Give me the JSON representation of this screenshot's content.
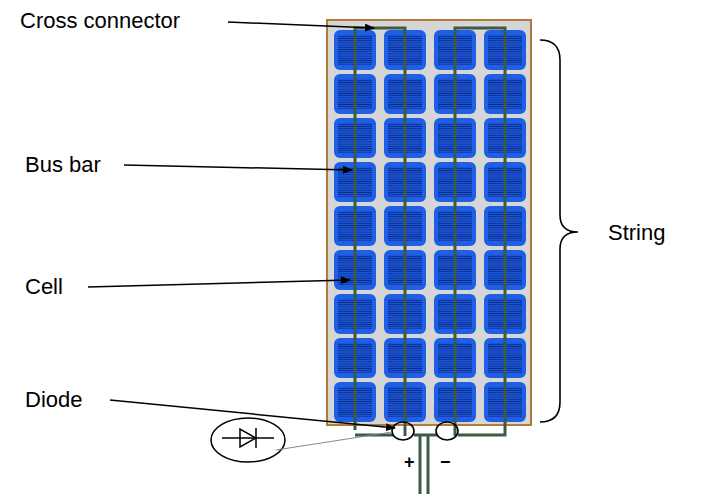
{
  "diagram": {
    "labels": [
      "Cross connector",
      "Bus bar",
      "Cell",
      "Diode",
      "String",
      "+",
      "−"
    ]
  }
}
